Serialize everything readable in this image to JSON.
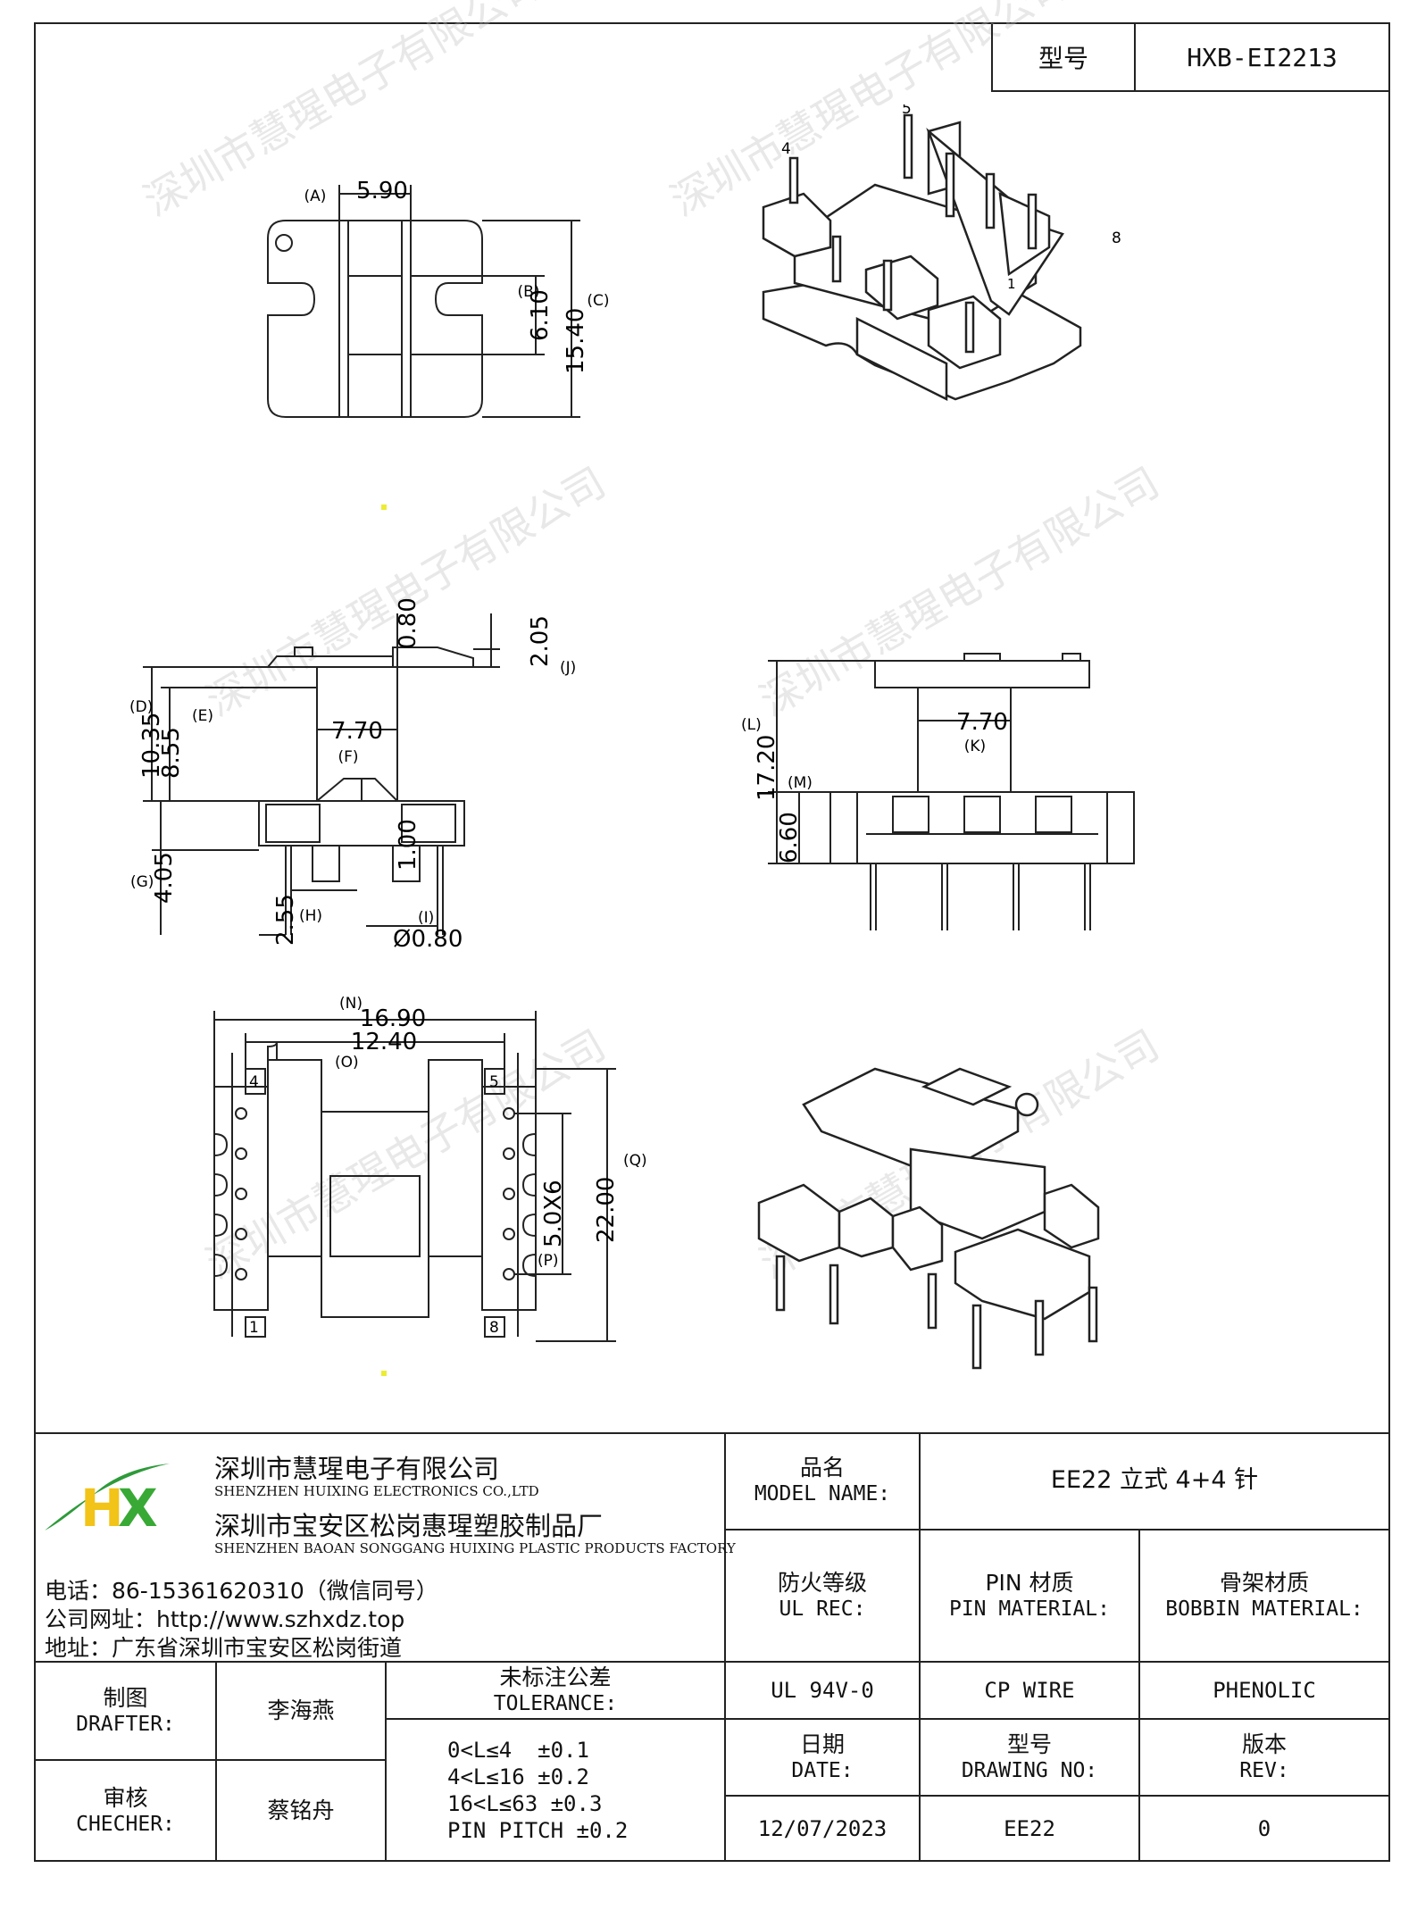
{
  "header": {
    "model_label": "型号",
    "model_value": "HXB-EI2213"
  },
  "watermark": "深圳市慧瑆电子有限公司",
  "drawing": {
    "top_view": {
      "dim_a_letter": "(A)",
      "dim_a": "5.90",
      "dim_b_letter": "(B)",
      "dim_b": "6.10",
      "dim_c_letter": "(C)",
      "dim_c": "15.40"
    },
    "iso_top": {
      "pin_labels": [
        "4",
        "5",
        "8",
        "1"
      ]
    },
    "front_view": {
      "d_letter": "(D)",
      "d": "10.35",
      "e_letter": "(E)",
      "e": "8.55",
      "f_letter": "(F)",
      "f": "7.70",
      "g_letter": "(G)",
      "g": "4.05",
      "h_letter": "(H)",
      "h": "2.55",
      "i_letter": "(I)",
      "i": "Ø0.80",
      "j_letter": "(J)",
      "j": "2.05",
      "top_thk": "0.80",
      "bot_thk": "1.00"
    },
    "side_view": {
      "l_letter": "(L)",
      "l": "17.20",
      "k_letter": "(K)",
      "k": "7.70",
      "m_letter": "(M)",
      "m": "6.60"
    },
    "bottom_view": {
      "n_letter": "(N)",
      "n": "16.90",
      "o_letter": "(O)",
      "o": "12.40",
      "p_letter": "(P)",
      "p": "5.0X6",
      "q_letter": "(Q)",
      "q": "22.00",
      "pin_labels": [
        "4",
        "5",
        "1",
        "8"
      ]
    }
  },
  "company": {
    "name_cn": "深圳市慧瑆电子有限公司",
    "name_en": "SHENZHEN HUIXING ELECTRONICS CO.,LTD",
    "factory_cn": "深圳市宝安区松岗惠瑆塑胶制品厂",
    "factory_en": "SHENZHEN BAOAN SONGGANG HUIXING PLASTIC PRODUCTS FACTORY",
    "phone": "电话：86-15361620310（微信同号）",
    "website": "公司网址：http://www.szhxdz.top",
    "address": "地址：广东省深圳市宝安区松岗街道",
    "logo_text": "HX",
    "logo_colors": {
      "h": "#f2c318",
      "x": "#39a935",
      "swoosh": "#2e9a3a"
    }
  },
  "titleblock": {
    "model_name_cn": "品名",
    "model_name_en": "MODEL NAME:",
    "model_name_value": "EE22 立式 4+4 针",
    "ul_cn": "防火等级",
    "ul_en": "UL REC:",
    "pin_cn": "PIN 材质",
    "pin_en": "PIN MATERIAL:",
    "bobbin_cn": "骨架材质",
    "bobbin_en": "BOBBIN MATERIAL:",
    "ul_value": "UL 94V-0",
    "pin_value": "CP WIRE",
    "bobbin_value": "PHENOLIC",
    "date_cn": "日期",
    "date_en": "DATE:",
    "drawno_cn": "型号",
    "drawno_en": "DRAWING NO:",
    "rev_cn": "版本",
    "rev_en": "REV:",
    "date_value": "12/07/2023",
    "drawno_value": "EE22",
    "rev_value": "0",
    "drafter_cn": "制图",
    "drafter_en": "DRAFTER:",
    "drafter_name": "李海燕",
    "checker_cn": "审核",
    "checker_en": "CHECHER:",
    "checker_name": "蔡铭舟",
    "tol_cn": "未标注公差",
    "tol_en": "TOLERANCE:",
    "tolerances": [
      "0<L≤4  ±0.1",
      "4<L≤16 ±0.2",
      "16<L≤63 ±0.3",
      "PIN PITCH ±0.2"
    ]
  }
}
